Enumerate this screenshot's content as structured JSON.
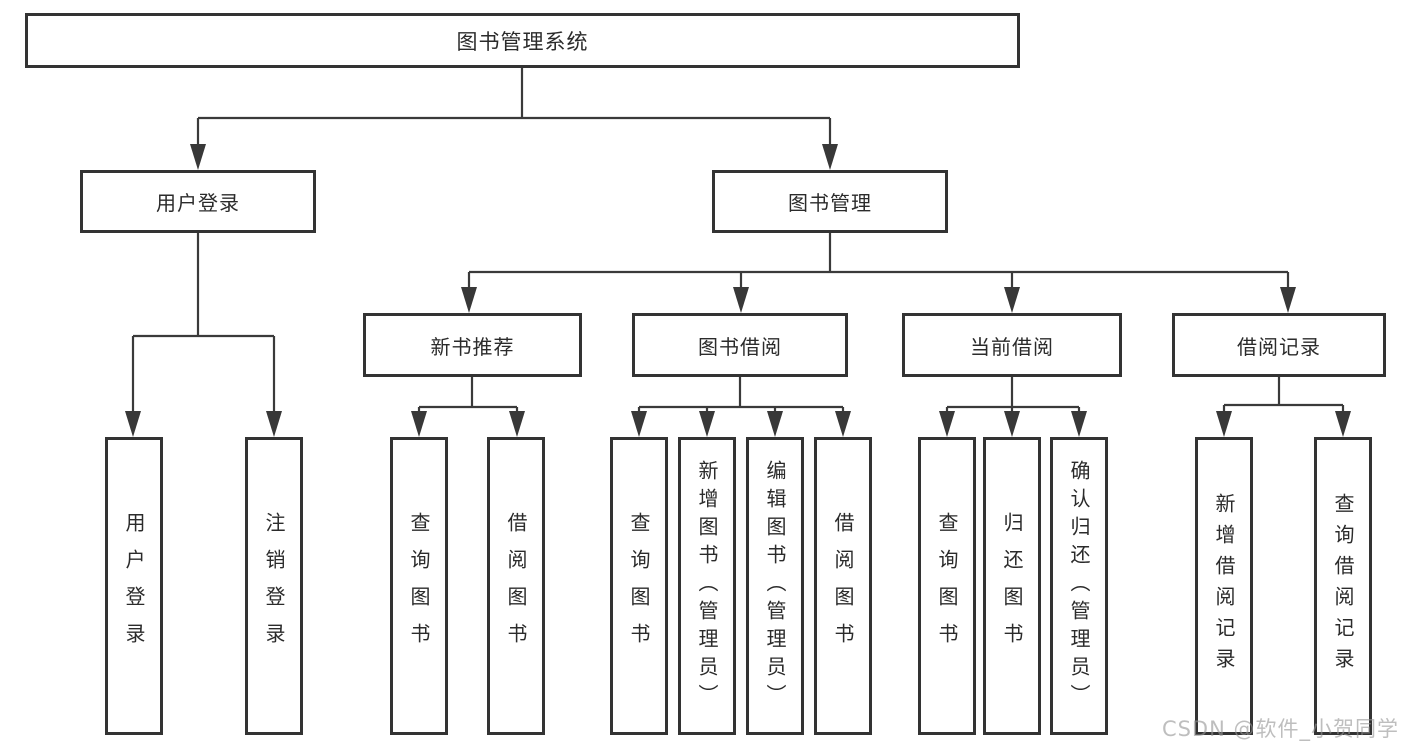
{
  "diagram": {
    "nodes": {
      "root": {
        "label": "图书管理系统"
      },
      "user_login": {
        "label": "用户登录"
      },
      "book_mgmt": {
        "label": "图书管理"
      },
      "new_book_rec": {
        "label": "新书推荐"
      },
      "book_borrow": {
        "label": "图书借阅"
      },
      "current_borrow": {
        "label": "当前借阅"
      },
      "borrow_records": {
        "label": "借阅记录"
      },
      "leaf_user_login": {
        "label": "用户登录"
      },
      "leaf_logout": {
        "label": "注销登录"
      },
      "leaf_query_book_1": {
        "label": "查询图书"
      },
      "leaf_borrow_book_1": {
        "label": "借阅图书"
      },
      "leaf_query_book_2": {
        "label": "查询图书"
      },
      "leaf_add_book": {
        "label": "新增图书（管理员）"
      },
      "leaf_edit_book": {
        "label": "编辑图书（管理员）"
      },
      "leaf_borrow_book_2": {
        "label": "借阅图书"
      },
      "leaf_query_book_3": {
        "label": "查询图书"
      },
      "leaf_return_book": {
        "label": "归还图书"
      },
      "leaf_confirm_return": {
        "label": "确认归还（管理员）"
      },
      "leaf_add_record": {
        "label": "新增借阅记录"
      },
      "leaf_query_record": {
        "label": "查询借阅记录"
      }
    },
    "structure": {
      "图书管理系统": {
        "用户登录": [
          "用户登录",
          "注销登录"
        ],
        "图书管理": {
          "新书推荐": [
            "查询图书",
            "借阅图书"
          ],
          "图书借阅": [
            "查询图书",
            "新增图书（管理员）",
            "编辑图书（管理员）",
            "借阅图书"
          ],
          "当前借阅": [
            "查询图书",
            "归还图书",
            "确认归还（管理员）"
          ],
          "借阅记录": [
            "新增借阅记录",
            "查询借阅记录"
          ]
        }
      }
    }
  },
  "watermark": {
    "text": "CSDN @软件_小贺同学"
  },
  "colors": {
    "line": "#3a3a3a",
    "box_border": "#333333",
    "text": "#2b2b2b",
    "background": "#ffffff",
    "watermark": "#9a9a9a"
  }
}
